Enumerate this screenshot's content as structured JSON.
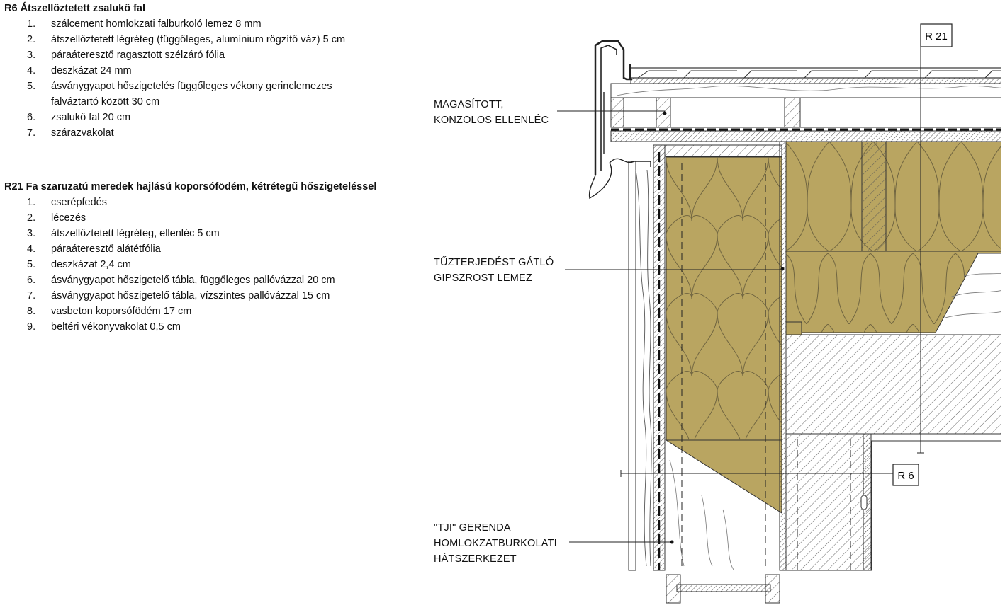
{
  "legend_r6": {
    "title": "R6 Átszellőztetett zsalukő fal",
    "items": [
      {
        "n": "1.",
        "text": "szálcement homlokzati falburkoló lemez 8 mm"
      },
      {
        "n": "2.",
        "text": "átszellőztetett légréteg (függőleges, alumínium rögzítő váz) 5 cm"
      },
      {
        "n": "3.",
        "text": "páraáteresztő ragasztott szélzáró fólia"
      },
      {
        "n": "4.",
        "text": "deszkázat 24 mm"
      },
      {
        "n": "5.",
        "text": "ásványgyapot hőszigetelés függőleges vékony gerinclemezes",
        "cont": "falváztartó között 30 cm"
      },
      {
        "n": "6.",
        "text": "zsalukő fal 20 cm"
      },
      {
        "n": "7.",
        "text": "szárazvakolat"
      }
    ]
  },
  "legend_r21": {
    "title": "R21 Fa szaruzatú meredek hajlású koporsófödém, kétrétegű hőszigeteléssel",
    "items": [
      {
        "n": "1.",
        "text": "cserépfedés"
      },
      {
        "n": "2.",
        "text": "lécezés"
      },
      {
        "n": "3.",
        "text": "átszellőztetett légréteg, ellenléc 5 cm"
      },
      {
        "n": "4.",
        "text": "páraáteresztő alátétfólia"
      },
      {
        "n": "5.",
        "text": "deszkázat 2,4 cm"
      },
      {
        "n": "6.",
        "text": "ásványgyapot hőszigetelő tábla, függőleges pallóvázzal 20 cm"
      },
      {
        "n": "7.",
        "text": "ásványgyapot hőszigetelő tábla, vízszintes pallóvázzal 15 cm"
      },
      {
        "n": "8.",
        "text": "vasbeton koporsófödém 17 cm"
      },
      {
        "n": "9.",
        "text": "beltéri vékonyvakolat 0,5 cm"
      }
    ]
  },
  "callouts": {
    "ellenlec": [
      "MAGASÍTOTT,",
      "KONZOLOS ELLENLÉC"
    ],
    "gipszrost": [
      "TŰZTERJEDÉST GÁTLÓ",
      "GIPSZROST LEMEZ"
    ],
    "tji": [
      "\"TJI\" GERENDA",
      "HOMLOKZATBURKOLATI",
      "HÁTSZERKEZET"
    ]
  },
  "section_tags": {
    "r21": "R 21",
    "r6": "R 6"
  },
  "colors": {
    "insulation": "#b9a561",
    "line": "#222222",
    "hatch": "#555555"
  }
}
